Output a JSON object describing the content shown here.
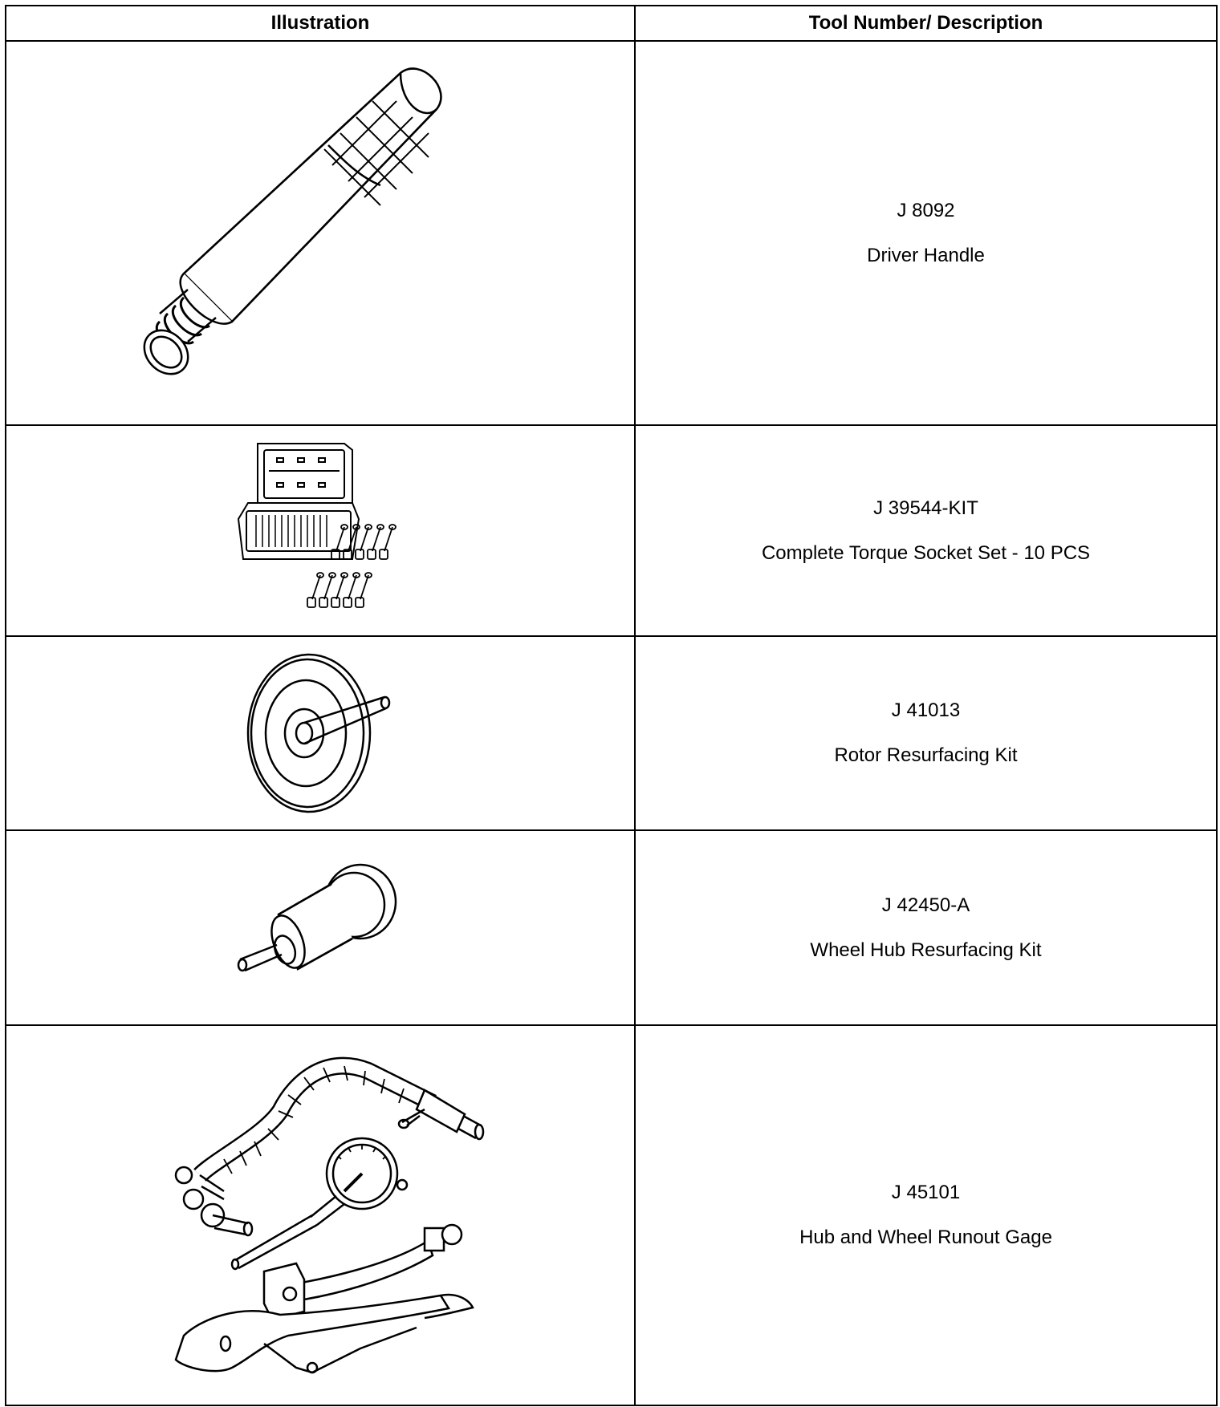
{
  "table": {
    "headers": {
      "illustration": "Illustration",
      "description": "Tool Number/ Description"
    },
    "rows": [
      {
        "tool_number": "J 8092",
        "description": "Driver Handle",
        "icon": "driver-handle-icon"
      },
      {
        "tool_number": "J 39544-KIT",
        "description": "Complete Torque Socket Set - 10 PCS",
        "icon": "torque-socket-set-icon"
      },
      {
        "tool_number": "J 41013",
        "description": "Rotor Resurfacing Kit",
        "icon": "rotor-resurfacing-kit-icon"
      },
      {
        "tool_number": "J 42450-A",
        "description": "Wheel Hub Resurfacing Kit",
        "icon": "wheel-hub-resurfacing-kit-icon"
      },
      {
        "tool_number": "J 45101",
        "description": "Hub and Wheel Runout Gage",
        "icon": "runout-gage-icon"
      }
    ]
  }
}
